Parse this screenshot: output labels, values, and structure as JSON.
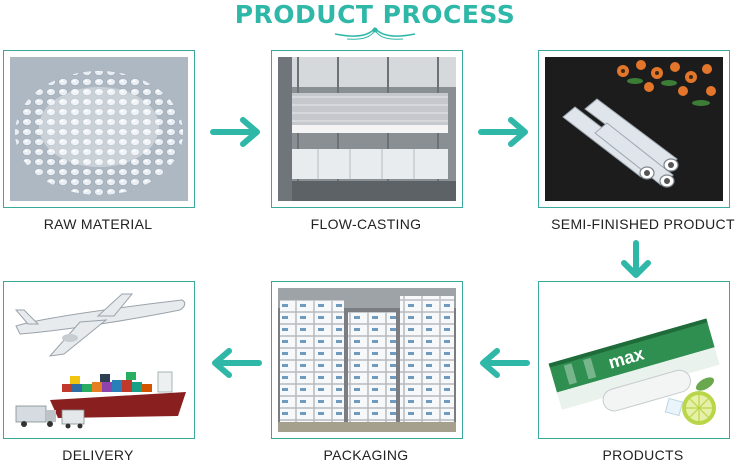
{
  "title": "PRODUCT PROCESS",
  "steps": [
    {
      "label": "RAW MATERIAL"
    },
    {
      "label": "FLOW-CASTING"
    },
    {
      "label": "SEMI-FINISHED PRODUCT"
    },
    {
      "label": "PRODUCTS"
    },
    {
      "label": "PACKAGING"
    },
    {
      "label": "DELIVERY"
    }
  ],
  "brand_text": "max",
  "colors": {
    "accent": "#2fb8a8",
    "frame": "#3aa89a"
  },
  "icons": [
    "arrow-right-icon",
    "arrow-down-icon",
    "arrow-left-icon"
  ]
}
